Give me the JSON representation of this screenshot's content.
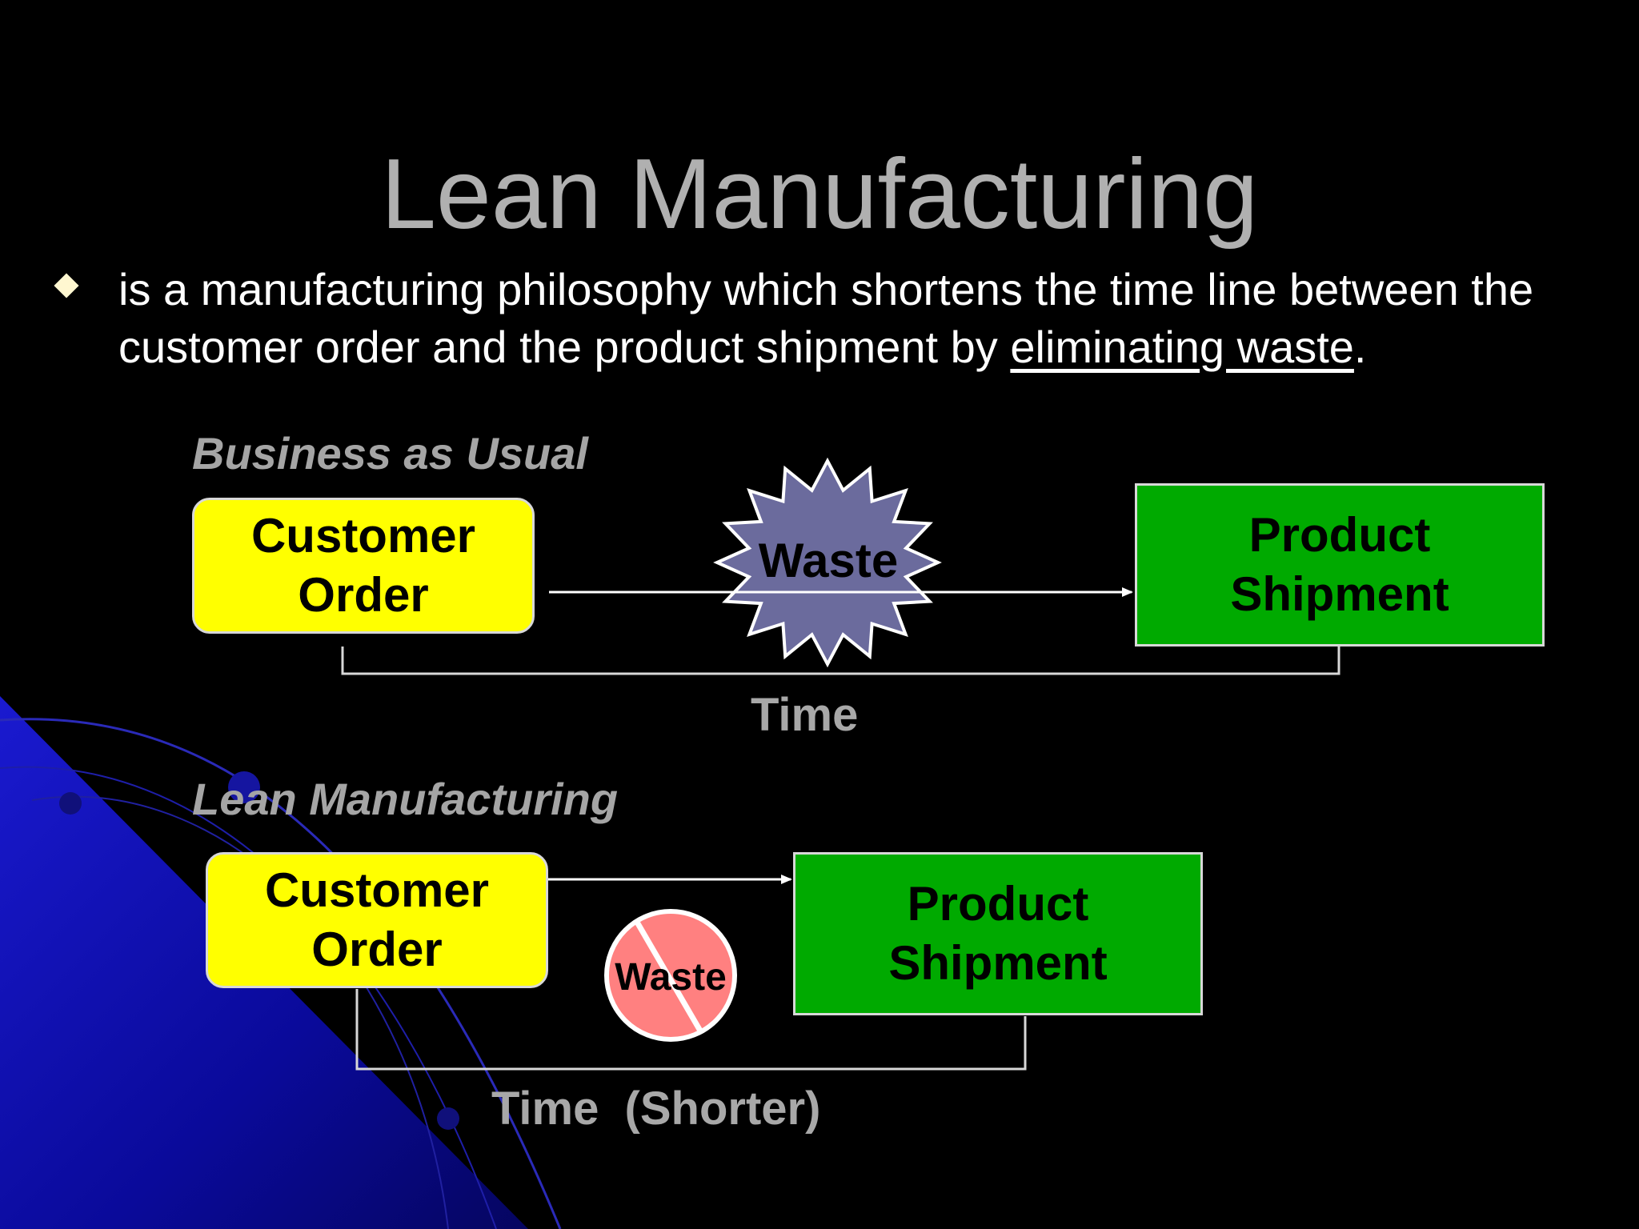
{
  "slide": {
    "title": "Lean Manufacturing",
    "bullet": {
      "text_before": "is a manufacturing philosophy which shortens the time line between the customer order and the product shipment by ",
      "underlined": "eliminating waste",
      "text_after": "."
    }
  },
  "business_as_usual": {
    "heading": "Business as Usual",
    "start_box": {
      "line1": "Customer",
      "line2": "Order"
    },
    "waste_label": "Waste",
    "end_box": {
      "line1": "Product",
      "line2": "Shipment"
    },
    "time_label": "Time"
  },
  "lean": {
    "heading": "Lean Manufacturing",
    "start_box": {
      "line1": "Customer",
      "line2": "Order"
    },
    "waste_label": "Waste",
    "end_box": {
      "line1": "Product",
      "line2": "Shipment"
    },
    "time_label": "Time  (Shorter)"
  },
  "colors": {
    "background": "#000000",
    "title": "#b0b0b0",
    "order_box": "#ffff00",
    "shipment_box": "#00aa00",
    "waste_burst": "#6b6b9d",
    "waste_crossed": "#ff8080",
    "decoration": "#0a0a9a"
  }
}
